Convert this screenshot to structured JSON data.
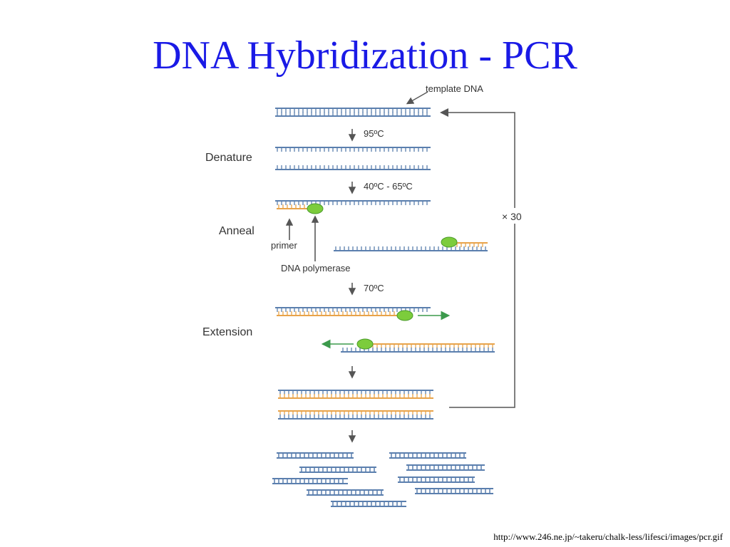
{
  "slide": {
    "title": "DNA Hybridization - PCR",
    "credit": "http://www.246.ne.jp/~takeru/chalk-less/lifesci/images/pcr.gif"
  },
  "diagram": {
    "template_label": "template DNA",
    "steps": {
      "denature": "Denature",
      "anneal": "Anneal",
      "extension": "Extension"
    },
    "temperatures": {
      "t1": "95ºC",
      "t2": "40ºC - 65ºC",
      "t3": "70ºC"
    },
    "primer_label": "primer",
    "polymerase_label": "DNA polymerase",
    "cycles_label": "× 30",
    "colors": {
      "template": "#5b7fae",
      "primer": "#e8a34a",
      "polymerase": "#7ccc3c",
      "arrow_green": "#3c9a4c",
      "line": "#555555"
    }
  }
}
